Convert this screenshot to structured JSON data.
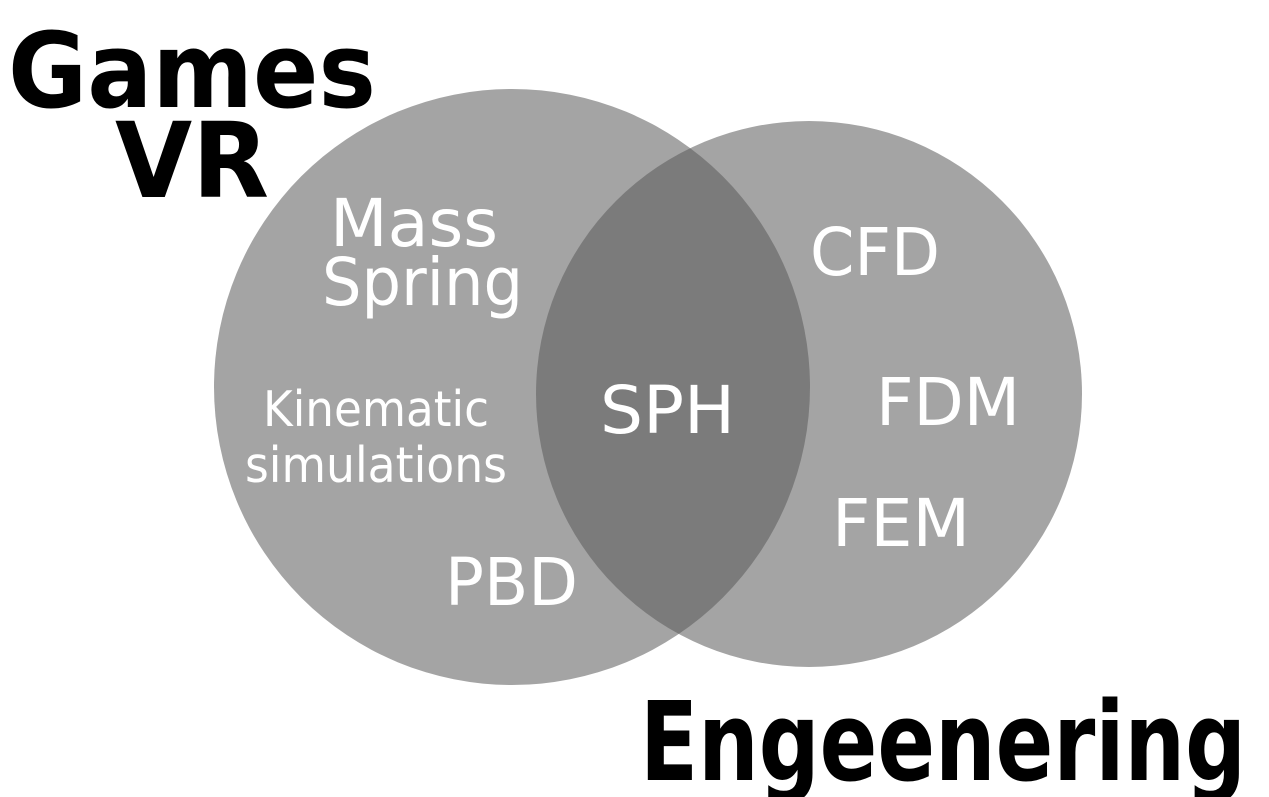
{
  "colors": {
    "circle_fill": "#a4a4a4",
    "overlap_fill": "#7b7b7b",
    "label_text": "#ffffff",
    "title_text": "#000000",
    "background": "#ffffff"
  },
  "sets": {
    "left": {
      "title_line1": "Games",
      "title_line2": "VR",
      "items": {
        "mass_spring_line1": "Mass",
        "mass_spring_line2": "Spring",
        "kinematic_line1": "Kinematic",
        "kinematic_line2": "simulations",
        "pbd": "PBD"
      }
    },
    "right": {
      "title": "Engeenering",
      "items": {
        "cfd": "CFD",
        "fdm": "FDM",
        "fem": "FEM"
      }
    },
    "overlap": {
      "label": "SPH"
    }
  }
}
